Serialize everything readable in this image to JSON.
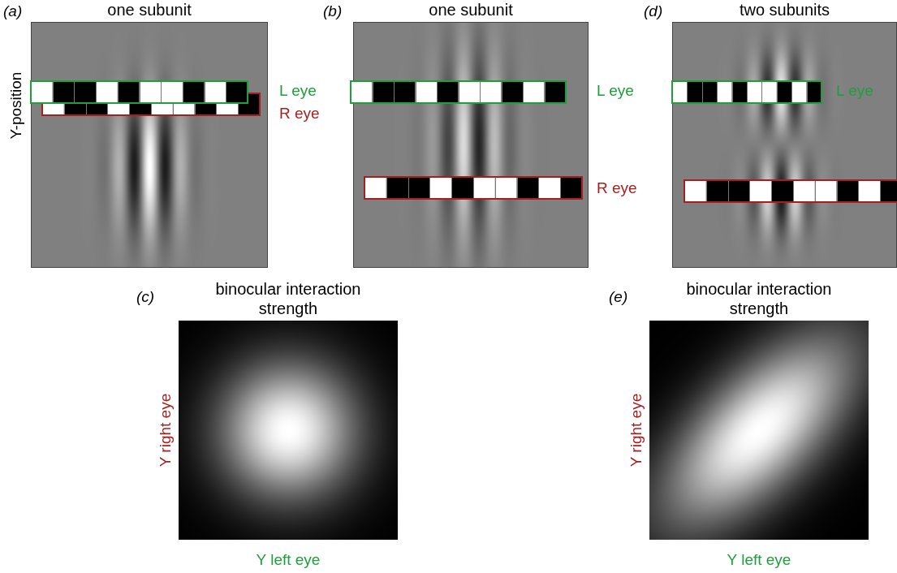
{
  "diagram": {
    "nodes": [
      {
        "text": [
          "one subunit"
        ]
      },
      {
        "text": [
          "one subunit"
        ]
      },
      {
        "text": [
          "two subunits"
        ]
      },
      {
        "text": [
          "binocular interaction strength"
        ]
      },
      {
        "text": [
          "binocular interaction strength"
        ]
      }
    ],
    "labels": [
      "(a)",
      "Y-position",
      "L eye",
      "R eye",
      "(b)",
      "L eye",
      "R eye",
      "(d)",
      "L eye",
      "(c)",
      "Y right eye",
      "Y left eye",
      "(e)",
      "Y right eye",
      "Y left eye"
    ]
  }
}
